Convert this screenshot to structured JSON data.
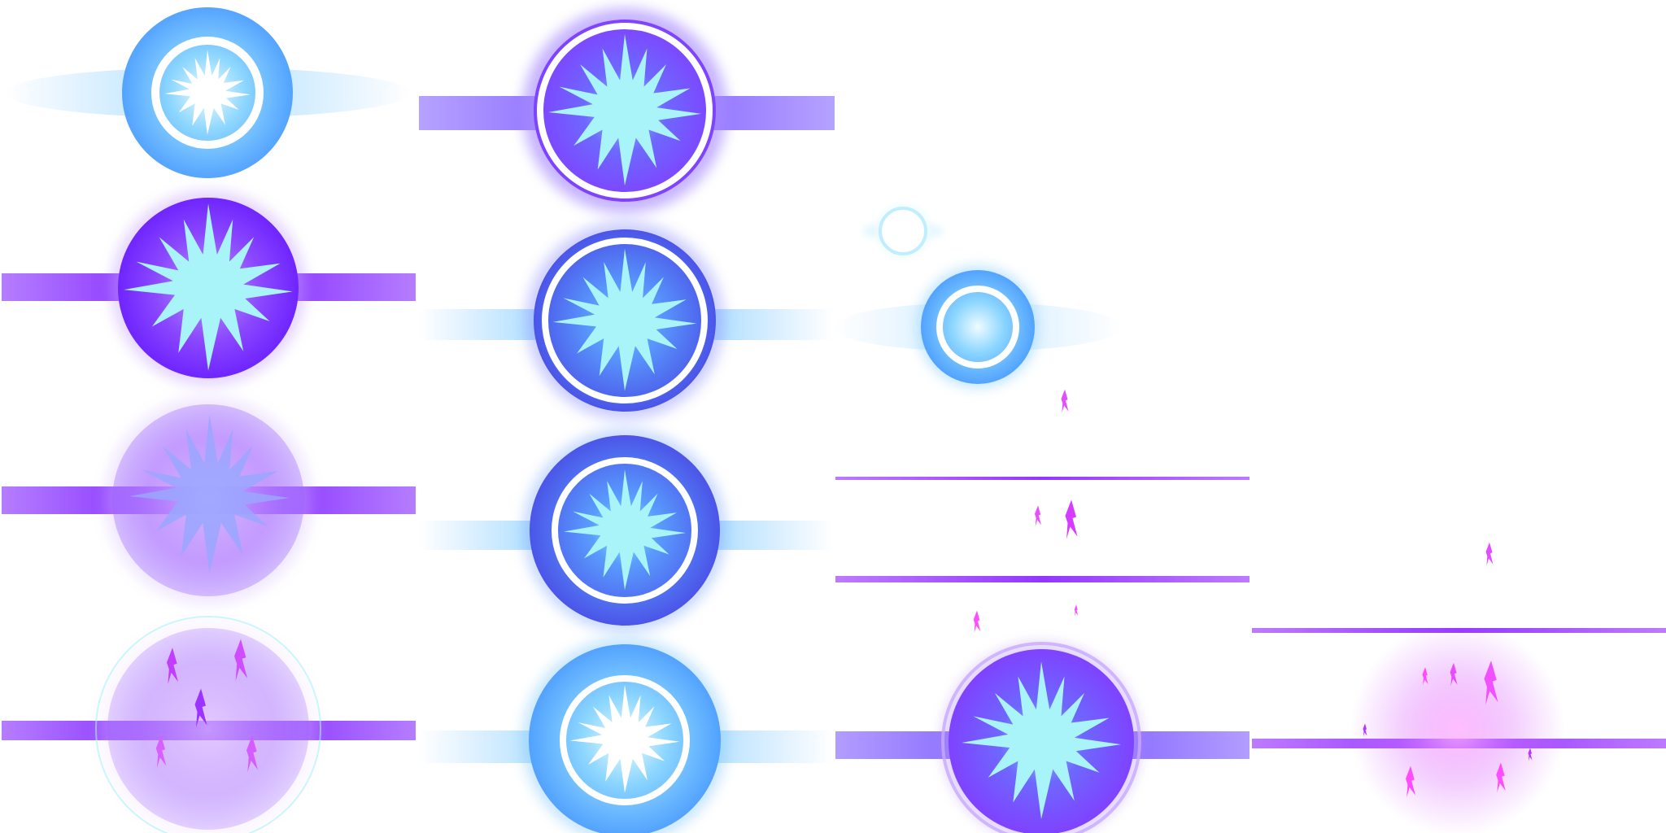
{
  "sheet": {
    "columns": 4,
    "rows": 4,
    "frame_count": 14,
    "background": "#ffffff"
  },
  "palette": {
    "blue_glow": "#67b9ff",
    "blue_deep": "#4c73ff",
    "violet_glow": "#9a7cff",
    "purple_deep": "#7b27ff",
    "magenta": "#ff3bff",
    "ring_white": "#ffffff",
    "burst_cyan": "#a9f4f8",
    "burst_white": "#ffffff"
  },
  "frames": [
    {
      "name": "frame-01",
      "style": "blue",
      "burst": "white",
      "ring": true,
      "stage": "charge"
    },
    {
      "name": "frame-02",
      "style": "violet",
      "burst": "cyan",
      "ring": true,
      "stage": "expand"
    },
    {
      "name": "frame-03",
      "style": "purple",
      "burst": "cyan",
      "ring": false,
      "stage": "impact"
    },
    {
      "name": "frame-04",
      "style": "purple-fade",
      "burst": "cyan",
      "ring": false,
      "stage": "dissipate"
    },
    {
      "name": "frame-05",
      "style": "purple-fade",
      "burst": "magenta",
      "ring": false,
      "stage": "fade"
    },
    {
      "name": "frame-06",
      "style": "blue-violet",
      "burst": "cyan",
      "ring": true,
      "stage": "expand"
    },
    {
      "name": "frame-07",
      "style": "blue",
      "burst": "cyan",
      "ring": true,
      "stage": "expand"
    },
    {
      "name": "frame-08",
      "style": "blue",
      "burst": "white",
      "ring": true,
      "stage": "charge"
    },
    {
      "name": "frame-09",
      "style": "tiny",
      "burst": "none",
      "ring": true,
      "stage": "spark"
    },
    {
      "name": "frame-10",
      "style": "small-blue",
      "burst": "none",
      "ring": true,
      "stage": "spark"
    },
    {
      "name": "frame-11",
      "style": "lines",
      "burst": "magenta",
      "ring": false,
      "stage": "debris"
    },
    {
      "name": "frame-12",
      "style": "violet",
      "burst": "cyan",
      "ring": true,
      "stage": "impact"
    },
    {
      "name": "frame-13",
      "style": "lines",
      "burst": "magenta",
      "ring": false,
      "stage": "debris"
    },
    {
      "name": "frame-14",
      "style": "fade-magenta",
      "burst": "magenta",
      "ring": false,
      "stage": "afterglow"
    }
  ]
}
